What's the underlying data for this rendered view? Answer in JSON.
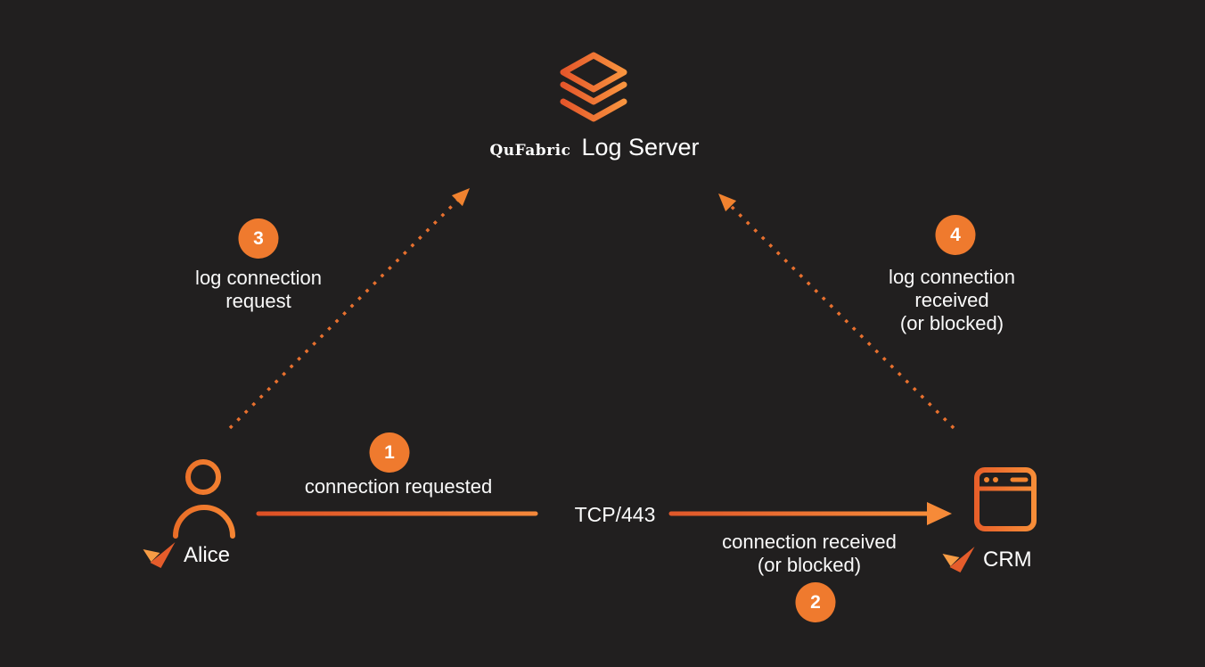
{
  "brand": {
    "logo_text": "QuFabric",
    "title": "Log Server"
  },
  "nodes": {
    "alice": {
      "label": "Alice"
    },
    "crm": {
      "label": "CRM"
    },
    "log_server_icon": "layers-icon",
    "alice_icon": "user-icon",
    "crm_icon": "browser-window-icon"
  },
  "steps": [
    {
      "num": "1",
      "lines": [
        "connection requested"
      ]
    },
    {
      "num": "2",
      "lines": [
        "connection received",
        "(or blocked)"
      ]
    },
    {
      "num": "3",
      "lines": [
        "log connection",
        "request"
      ]
    },
    {
      "num": "4",
      "lines": [
        "log connection",
        "received",
        "(or blocked)"
      ]
    }
  ],
  "connection": {
    "protocol": "TCP/443"
  },
  "colors": {
    "background": "#211f1f",
    "accent_gradient_start": "#e0542a",
    "accent_gradient_end": "#f9953f",
    "step_circle": "#ef7a2e",
    "dotted_line": "#e8702e",
    "arrowhead": "#f0822f",
    "text": "#fafafa"
  }
}
